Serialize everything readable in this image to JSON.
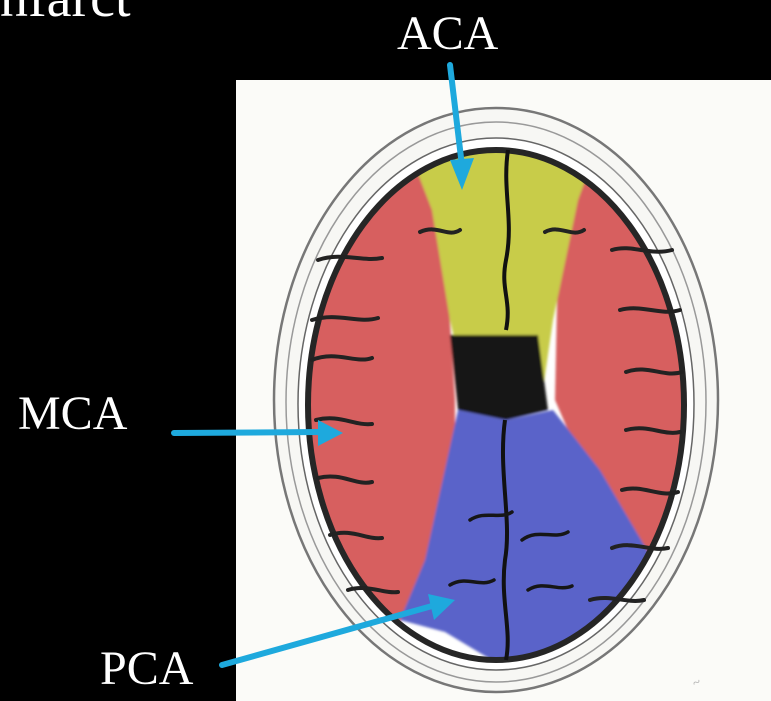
{
  "slide": {
    "title_fragment": "nfarct"
  },
  "labels": {
    "aca": "ACA",
    "mca": "MCA",
    "pca": "PCA"
  },
  "colors": {
    "background": "#000000",
    "aca_territory": "#c8cc4a",
    "mca_territory": "#d75f5f",
    "pca_territory": "#5a63c9",
    "arrow": "#1ea9dd",
    "label_text": "#ffffff"
  }
}
